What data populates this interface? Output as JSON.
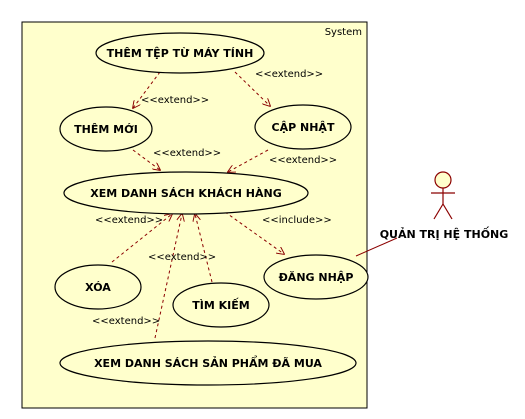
{
  "system": {
    "title": "System"
  },
  "use_cases": {
    "them_tep": "THÊM TỆP TỪ MÁY TÍNH",
    "them_moi": "THÊM MỚI",
    "cap_nhat": "CẬP NHẬT",
    "xem_kh": "XEM DANH SÁCH KHÁCH HÀNG",
    "xoa": "XÓA",
    "tim_kiem": "TÌM KIẾM",
    "dang_nhap": "ĐĂNG NHẬP",
    "xem_sp": "XEM DANH SÁCH SẢN PHẨM ĐÃ MUA"
  },
  "actor": {
    "name": "QUẢN TRỊ HỆ THỐNG"
  },
  "relations": {
    "extend": "<<extend>>",
    "include": "<<include>>"
  },
  "colors": {
    "system_fill": "#ffffcc",
    "usecase_fill": "#ffffcc",
    "actor_fill": "#ffffcc",
    "stroke": "#8b0000",
    "line": "#000000"
  }
}
